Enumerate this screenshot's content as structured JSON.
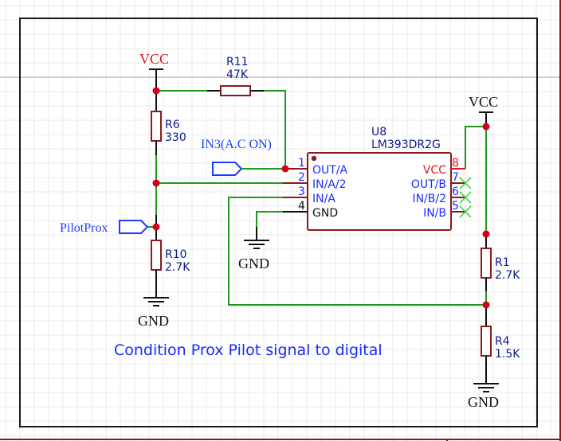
{
  "schematic": {
    "note": "Condition Prox Pilot signal to digital",
    "power_labels": {
      "vcc_left": "VCC",
      "vcc_right": "VCC",
      "gnd_left": "GND",
      "gnd_mid": "GND",
      "gnd_right": "GND"
    },
    "net_labels": {
      "in3": "IN3(A.C ON)",
      "pilotprox": "PilotProx"
    },
    "resistors": [
      {
        "designator": "R11",
        "value": "47K"
      },
      {
        "designator": "R6",
        "value": "330"
      },
      {
        "designator": "R10",
        "value": "2.7K"
      },
      {
        "designator": "R1",
        "value": "2.7K"
      },
      {
        "designator": "R4",
        "value": "1.5K"
      }
    ],
    "ic": {
      "designator": "U8",
      "part": "LM393DR2G",
      "pins_left": [
        {
          "num": "1",
          "name": "OUT/A"
        },
        {
          "num": "2",
          "name": "IN/A/2"
        },
        {
          "num": "3",
          "name": "IN/A"
        },
        {
          "num": "4",
          "name": "GND"
        }
      ],
      "pins_right": [
        {
          "num": "8",
          "name": "VCC"
        },
        {
          "num": "7",
          "name": "OUT/B"
        },
        {
          "num": "6",
          "name": "IN/B/2"
        },
        {
          "num": "5",
          "name": "IN/B"
        }
      ]
    },
    "colors": {
      "wire": "#1f9a1f",
      "junction": "#d4001a",
      "component": "#8b1a1a",
      "text_blue": "#1a2cff",
      "power_red": "#e0141e"
    }
  }
}
